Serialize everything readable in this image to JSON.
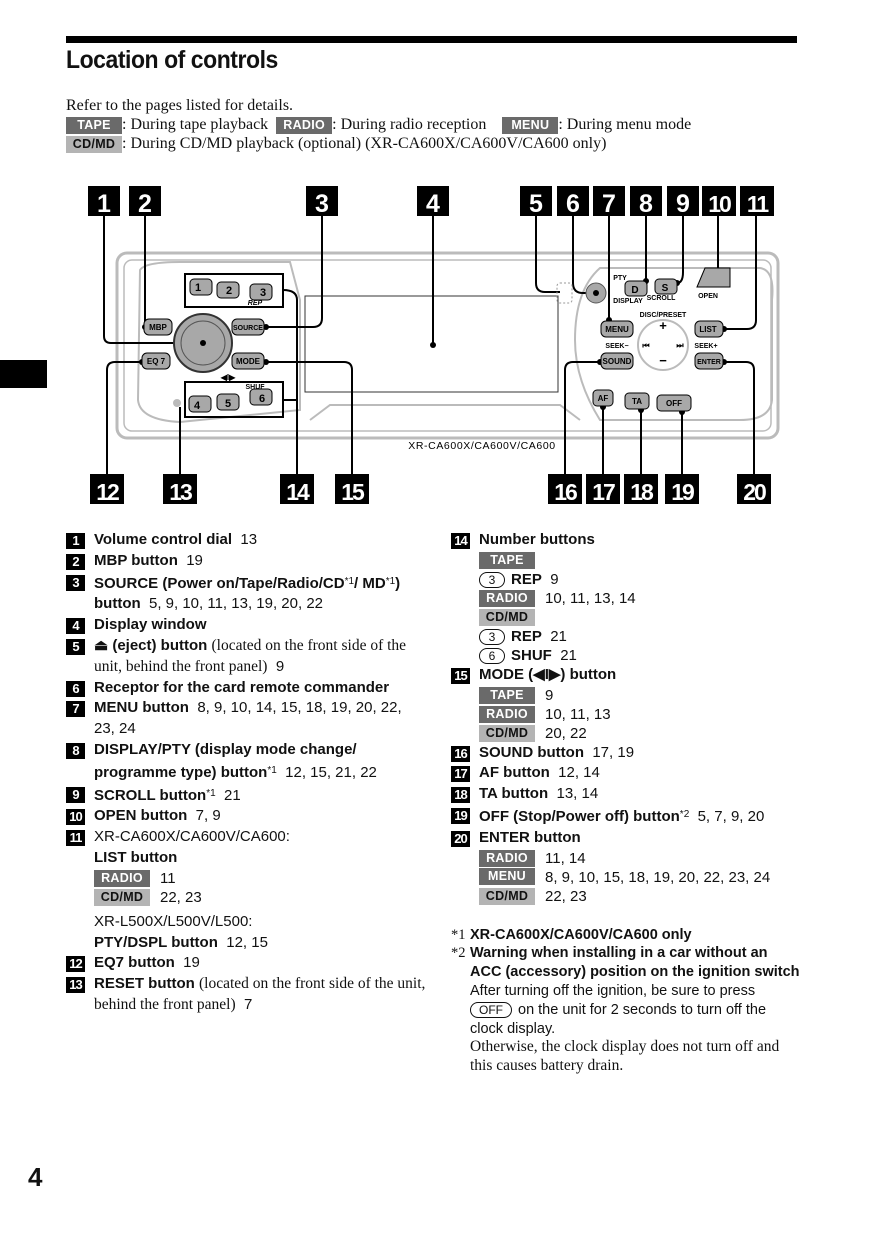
{
  "page": {
    "title": "Location of controls",
    "page_number": "4"
  },
  "intro": {
    "refer": "Refer to the pages listed for details.",
    "tape_badge": "TAPE",
    "tape_desc": ": During tape playback",
    "radio_badge": "RADIO",
    "radio_desc": ": During radio reception",
    "menu_badge": "MENU",
    "menu_desc": ": During menu mode",
    "cdmd_badge": "CD/MD",
    "cdmd_desc": ": During CD/MD playback (optional) (XR-CA600X/CA600V/CA600 only)"
  },
  "colors": {
    "badge_dark": "#6a6a6a",
    "badge_light": "#b4b4b4",
    "ink": "#000000"
  },
  "diagram": {
    "callouts_top": [
      "1",
      "2",
      "3",
      "4",
      "5",
      "6",
      "7",
      "8",
      "9",
      "10",
      "11"
    ],
    "callouts_bottom": [
      "12",
      "13",
      "14",
      "15",
      "16",
      "17",
      "18",
      "19",
      "20"
    ],
    "model_label": "XR-CA600X/CA600V/CA600",
    "buttons": {
      "b1": "1",
      "b2": "2",
      "b3": "3",
      "rep": "REP",
      "b4": "4",
      "b5": "5",
      "b6": "6",
      "shuf": "SHUF",
      "mbp": "MBP",
      "eq7": "EQ 7",
      "source": "SOURCE",
      "mode": "MODE",
      "mode_arrows": "◀I▶",
      "pty": "PTY",
      "d": "D",
      "display": "DISPLAY",
      "s": "S",
      "scroll": "SCROLL",
      "open": "OPEN",
      "menu": "MENU",
      "sound": "SOUND",
      "disc_preset": "DISC/PRESET",
      "plus": "+",
      "minus": "−",
      "seek_minus": "SEEK−",
      "seek_plus": "SEEK+",
      "prev": "⏮",
      "next": "⏭",
      "list": "LIST",
      "enter": "ENTER",
      "af": "AF",
      "ta": "TA",
      "off": "OFF"
    }
  },
  "left_items": [
    {
      "n": "1",
      "label": "Volume control dial",
      "pages": "13"
    },
    {
      "n": "2",
      "label": "MBP button",
      "pages": "19"
    },
    {
      "n": "3",
      "label": "SOURCE (Power on/Tape/Radio/CD",
      "sup1": "*1",
      "label2": "/ MD",
      "sup2": "*1",
      "label3": ") button",
      "pages": "5, 9, 10, 11, 13, 19, 20, 22"
    },
    {
      "n": "4",
      "label": "Display window"
    },
    {
      "n": "5",
      "label": "⏏ (eject) button",
      "note": "(located on the front side of the unit, behind the front panel)",
      "pages": "9"
    },
    {
      "n": "6",
      "label": "Receptor for the card remote commander"
    },
    {
      "n": "7",
      "label": "MENU button",
      "pages": "8, 9, 10, 14, 15, 18, 19, 20, 22, 23, 24"
    },
    {
      "n": "8",
      "label": "DISPLAY/PTY (display mode change/ programme type) button",
      "sup": "*1",
      "pages": "12, 15, 21, 22"
    },
    {
      "n": "9",
      "label": "SCROLL button",
      "sup": "*1",
      "pages": "21"
    },
    {
      "n": "10",
      "label": "OPEN button",
      "pages": "7, 9"
    },
    {
      "n": "11",
      "model1": "XR-CA600X/CA600V/CA600:",
      "label": "LIST button",
      "rows": [
        {
          "badge": "RADIO",
          "pages": "11"
        },
        {
          "badge": "CD/MD",
          "pages": "22, 23"
        }
      ],
      "model2": "XR-L500X/L500V/L500:",
      "label2": "PTY/DSPL button",
      "pages2": "12, 15"
    },
    {
      "n": "12",
      "label": "EQ7 button",
      "pages": "19"
    },
    {
      "n": "13",
      "label": "RESET button",
      "note": "(located on the front side of the unit, behind the front panel)",
      "pages": "7"
    }
  ],
  "right_items": [
    {
      "n": "14",
      "label": "Number buttons",
      "tape_badge": "TAPE",
      "tape_key": "3",
      "tape_fn": "REP",
      "tape_pages": "9",
      "radio_badge": "RADIO",
      "radio_pages": "10, 11, 13, 14",
      "cd_badge": "CD/MD",
      "cd_key1": "3",
      "cd_fn1": "REP",
      "cd_pages1": "21",
      "cd_key2": "6",
      "cd_fn2": "SHUF",
      "cd_pages2": "21"
    },
    {
      "n": "15",
      "label": "MODE (◀I▶) button",
      "rows": [
        {
          "badge": "TAPE",
          "pages": "9"
        },
        {
          "badge": "RADIO",
          "pages": "10, 11, 13"
        },
        {
          "badge": "CD/MD",
          "pages": "20, 22"
        }
      ]
    },
    {
      "n": "16",
      "label": "SOUND button",
      "pages": "17, 19"
    },
    {
      "n": "17",
      "label": "AF button",
      "pages": "12, 14"
    },
    {
      "n": "18",
      "label": "TA button",
      "pages": "13, 14"
    },
    {
      "n": "19",
      "label": "OFF (Stop/Power off) button",
      "sup": "*2",
      "pages": "5, 7, 9, 20"
    },
    {
      "n": "20",
      "label": "ENTER button",
      "rows": [
        {
          "badge": "RADIO",
          "pages": "11, 14"
        },
        {
          "badge": "MENU",
          "pages": "8, 9, 10, 15, 18, 19, 20, 22, 23, 24"
        },
        {
          "badge": "CD/MD",
          "pages": "22, 23"
        }
      ]
    }
  ],
  "footnotes": {
    "f1_mark": "*1",
    "f1_text": "XR-CA600X/CA600V/CA600 only",
    "f2_mark": "*2",
    "f2_title": "Warning when installing in a car without an ACC (accessory) position on the ignition switch",
    "f2_text_a": "After turning off the ignition, be sure to press",
    "f2_key": "OFF",
    "f2_text_b": "on the unit for 2 seconds to turn off the clock display.",
    "f2_text_c": "Otherwise, the clock display does not turn off and this causes battery drain."
  }
}
